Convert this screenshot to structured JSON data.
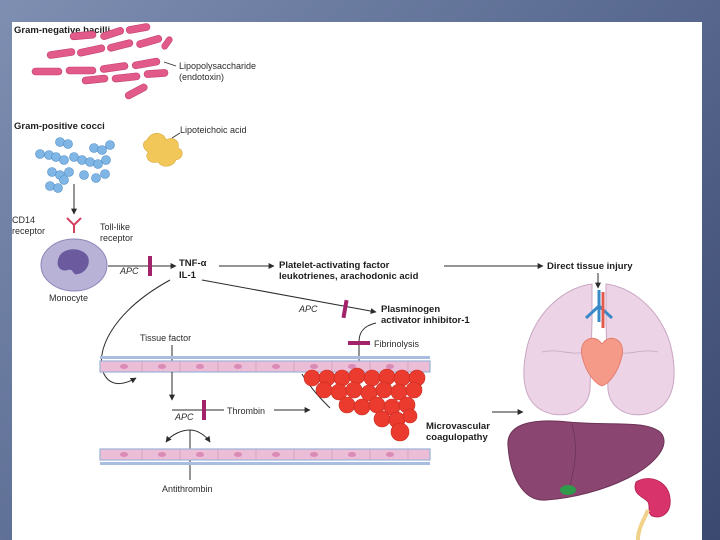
{
  "labels": {
    "gram_negative": "Gram-negative bacilli",
    "lps_line1": "Lipopolysaccharide",
    "lps_line2": "(endotoxin)",
    "gram_positive": "Gram-positive cocci",
    "lipoteichoic": "Lipoteichoic acid",
    "cd14_line1": "CD14",
    "cd14_line2": "receptor",
    "tlr_line1": "Toll-like",
    "tlr_line2": "receptor",
    "monocyte": "Monocyte",
    "apc": "APC",
    "tnf": "TNF-α",
    "il1": "IL-1",
    "paf_line1": "Platelet-activating factor",
    "paf_line2": "leukotrienes, arachodonic acid",
    "direct_injury": "Direct tissue injury",
    "pai_line1": "Plasminogen",
    "pai_line2": "activator inhibitor-1",
    "fibrinolysis": "Fibrinolysis",
    "tissue_factor": "Tissue factor",
    "thrombin": "Thrombin",
    "micro_line1": "Microvascular",
    "micro_line2": "coagulopathy",
    "antithrombin": "Antithrombin"
  },
  "colors": {
    "background": "#5e6f95",
    "bacilli": "#e25a8a",
    "cocci": "#7fb6e6",
    "lta": "#f2c75a",
    "monocyte": "#b8b2d6",
    "nucleus": "#6b5a9e",
    "inhibitor_bar": "#a3236a",
    "vessel_wall": "#e6a8c9",
    "clot": "#ea3b2e",
    "lung": "#ecd4e6",
    "heart": "#f59a88",
    "liver": "#8a4670",
    "kidney": "#d9336b"
  },
  "icons": [
    "bacilli-icon",
    "cocci-icon",
    "lipoteichoic-acid-icon",
    "monocyte-icon",
    "lung-icon",
    "heart-icon",
    "liver-icon",
    "kidney-icon",
    "clot-icon"
  ]
}
